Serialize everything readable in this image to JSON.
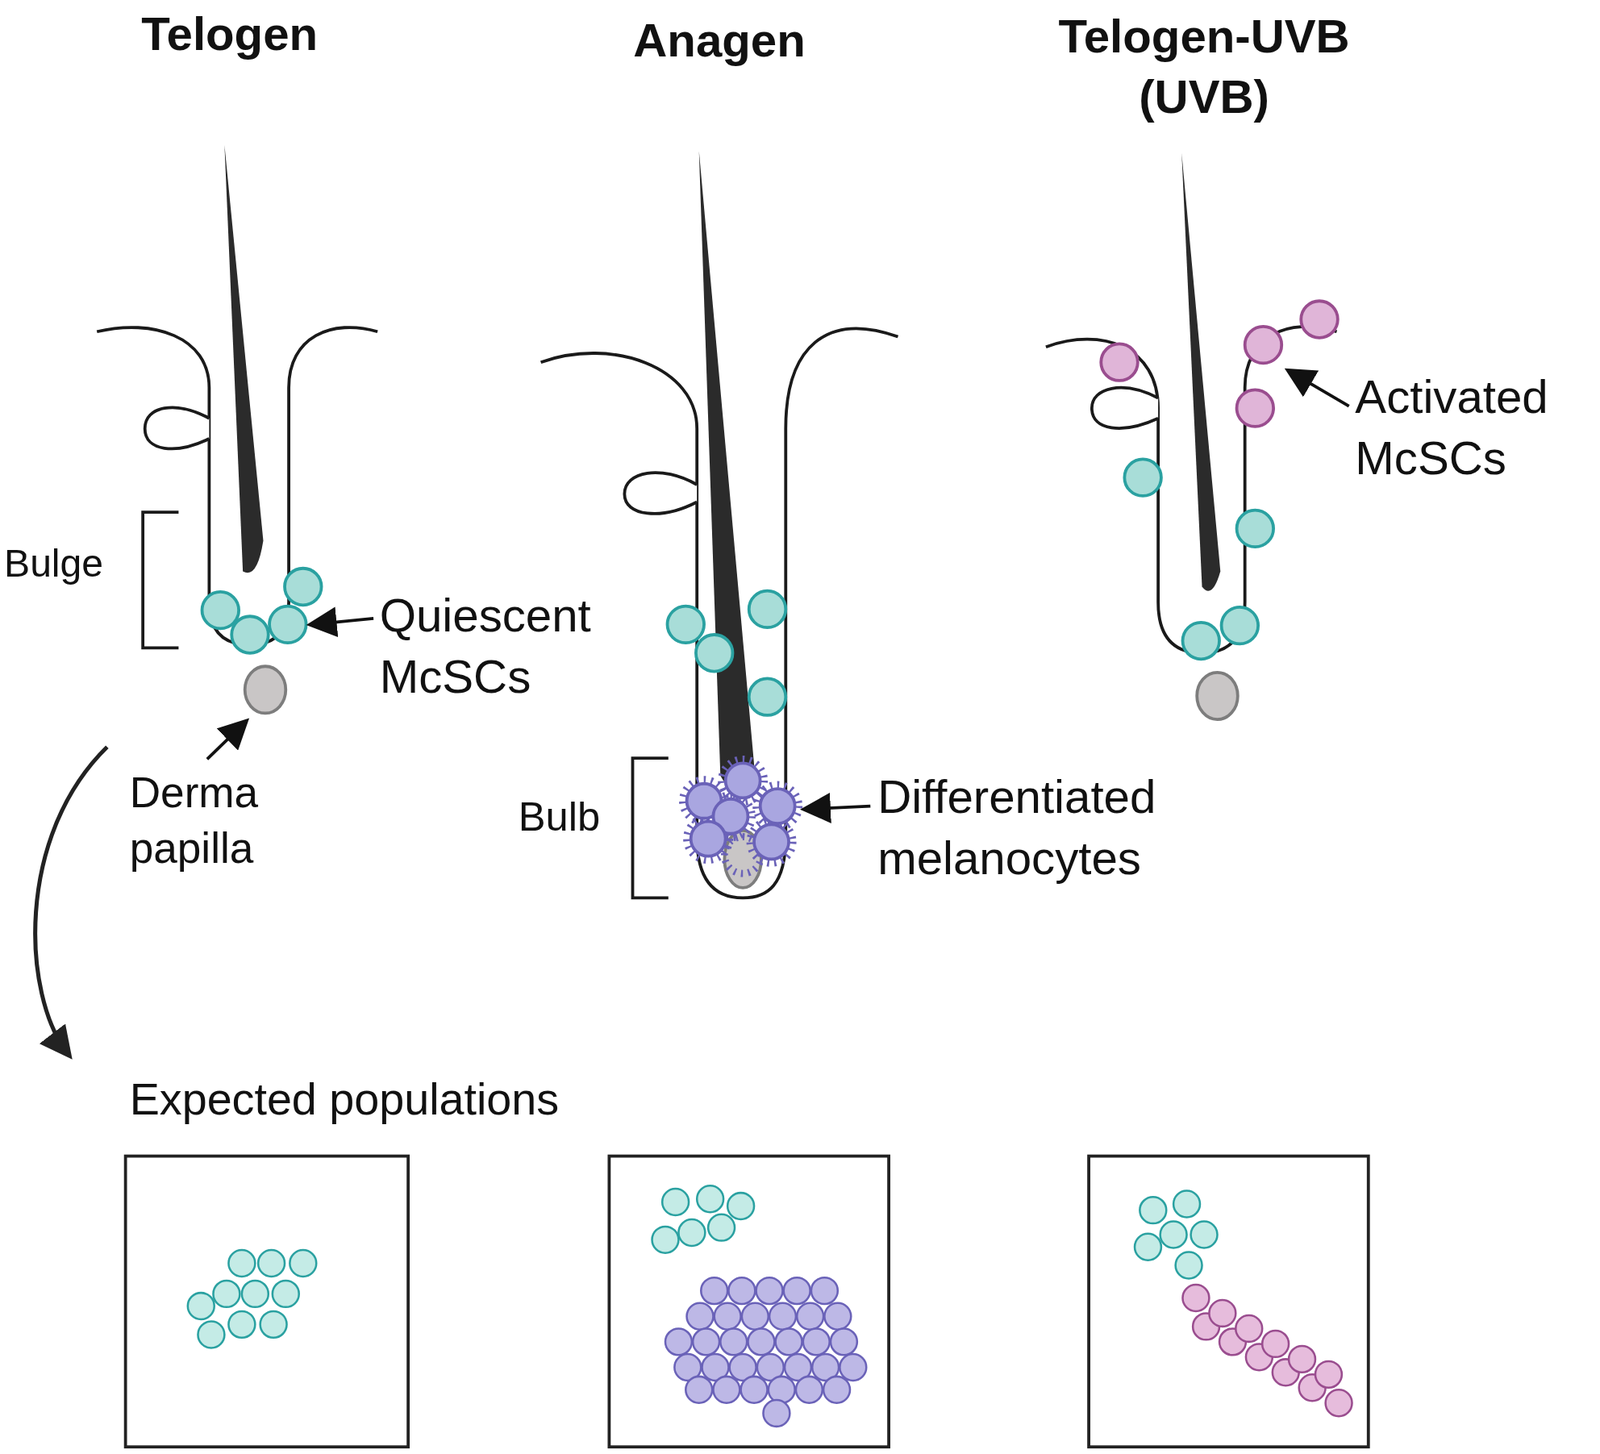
{
  "diagram": {
    "labels": [
      "Telogen",
      "Anagen",
      "Telogen-UVB (UVB)",
      "Bulge",
      "Quiescent McSCs",
      "Derma papilla",
      "Bulb",
      "Differentiated melanocytes",
      "Activated McSCs",
      "Expected populations"
    ]
  }
}
